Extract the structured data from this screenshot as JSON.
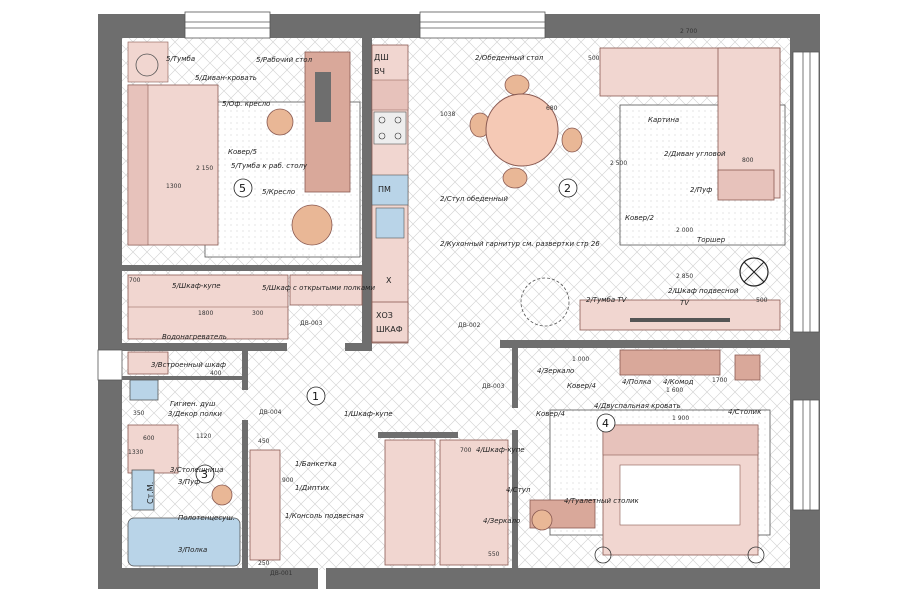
{
  "colors": {
    "wall": "#6e6e6e",
    "furniture_pink": "#f1d6d0",
    "furniture_dark": "#c9867a",
    "wood": "#d9a89a",
    "water_blue": "#b9d4e8",
    "herringbone": "#cfcfcf"
  },
  "room_numbers": [
    "1",
    "2",
    "3",
    "4",
    "5"
  ],
  "door_tags": [
    "ДВ-003",
    "ДВ-002",
    "ДВ-003",
    "ДВ-004",
    "ДВ-001"
  ],
  "kitchen_labels": [
    "ДШ",
    "ВЧ",
    "ПМ",
    "X",
    "ХОЗ",
    "ШКАФ"
  ],
  "labels": {
    "r5_tumba": "5/Тумба",
    "r5_desk": "5/Рабочий стол",
    "r5_sofabed": "5/Диван-кровать",
    "r5_office_chair": "5/Оф. кресло",
    "r5_rug": "Ковер/5",
    "r5_desk_cabinet": "5/Тумба к раб. столу",
    "r5_armchair": "5/Кресло",
    "r5_wardrobe": "5/Шкаф-купе",
    "r5_open_shelves": "5/Шкаф с открытыми полками",
    "boiler": "Водонагреватель",
    "dining_table": "2/Обеденный стол",
    "dining_chair": "2/Стул обеденный",
    "kitchen_set": "2/Кухонный гарнитур см. развертки стр 26",
    "picture": "Картина",
    "corner_sofa": "2/Диван угловой",
    "pouf2": "2/Пуф",
    "rug2": "Ковер/2",
    "torsher": "Торшер",
    "tv_stand": "2/Тумба TV",
    "tv": "TV",
    "hanging_cabinet": "2/Шкаф подвесной",
    "mirror4": "4/Зеркало",
    "shelf4": "4/Полка",
    "dresser4": "4/Комод",
    "rug4a": "Ковер/4",
    "rug4b": "Ковер/4",
    "bed4": "4/Двуспальная кровать",
    "nightstand4": "4/Столик",
    "wardrobe4": "4/Шкаф-купе",
    "chair4": "4/Стул",
    "mirror4b": "4/Зеркало",
    "vanity4": "4/Туалетный столик",
    "wardrobe1": "1/Шкаф-купе",
    "bench1": "1/Банкетка",
    "diptych1": "1/Диптих",
    "console1": "1/Консоль подвесная",
    "builtin3": "3/Встроенный шкаф",
    "shower3": "Гигиен. душ",
    "decor3": "3/Декор полки",
    "counter3": "3/Столешница",
    "pouf3": "3/Пуф",
    "towel3": "Полотенцесуш.",
    "shelf3": "3/Полка",
    "st_m": "Ст.М."
  },
  "dimensions": {
    "d2700": "2 700",
    "d500a": "500",
    "d1038": "1038",
    "d680": "680",
    "d2500": "2 500",
    "d800": "800",
    "d2000": "2 000",
    "d2850": "2 850",
    "d500b": "500",
    "d1000": "1 000",
    "d1900": "1 900",
    "d1600": "1 600",
    "d1300": "1300",
    "d2150": "2 150",
    "d1800": "1800",
    "d300": "300",
    "d700": "700",
    "d1120": "1120",
    "d600": "600",
    "d1330": "1330",
    "d450": "450",
    "d900": "900",
    "d350": "350",
    "d250": "250",
    "d400": "400",
    "d550": "550",
    "d1700": "1700"
  }
}
